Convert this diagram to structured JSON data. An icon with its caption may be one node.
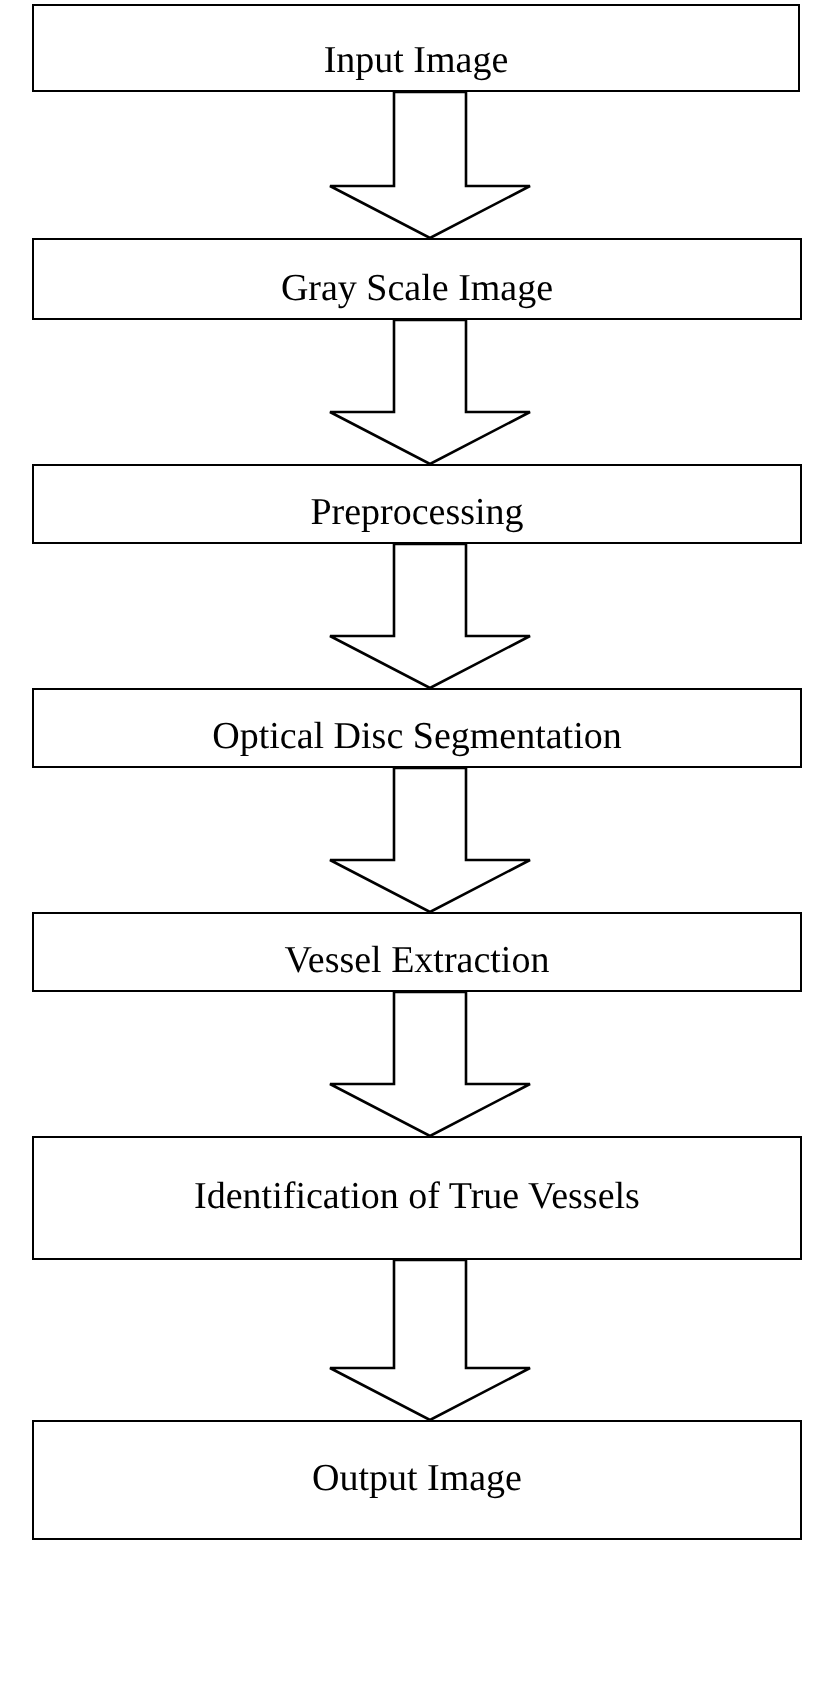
{
  "diagram": {
    "nodes": [
      {
        "text": [
          "Input Image"
        ]
      },
      {
        "text": [
          "Gray Scale Image"
        ]
      },
      {
        "text": [
          "Preprocessing"
        ]
      },
      {
        "text": [
          "Optical Disc Segmentation"
        ]
      },
      {
        "text": [
          "Vessel Extraction"
        ]
      },
      {
        "text": [
          "Identification of True Vessels"
        ]
      },
      {
        "text": [
          "Output Image"
        ]
      }
    ],
    "edges": [
      {
        "from": 0,
        "to": 1,
        "arrow": "to"
      },
      {
        "from": 1,
        "to": 2,
        "arrow": "to"
      },
      {
        "from": 2,
        "to": 3,
        "arrow": "to"
      },
      {
        "from": 3,
        "to": 4,
        "arrow": "to"
      },
      {
        "from": 4,
        "to": 5,
        "arrow": "to"
      },
      {
        "from": 5,
        "to": 6,
        "arrow": "to"
      }
    ]
  }
}
